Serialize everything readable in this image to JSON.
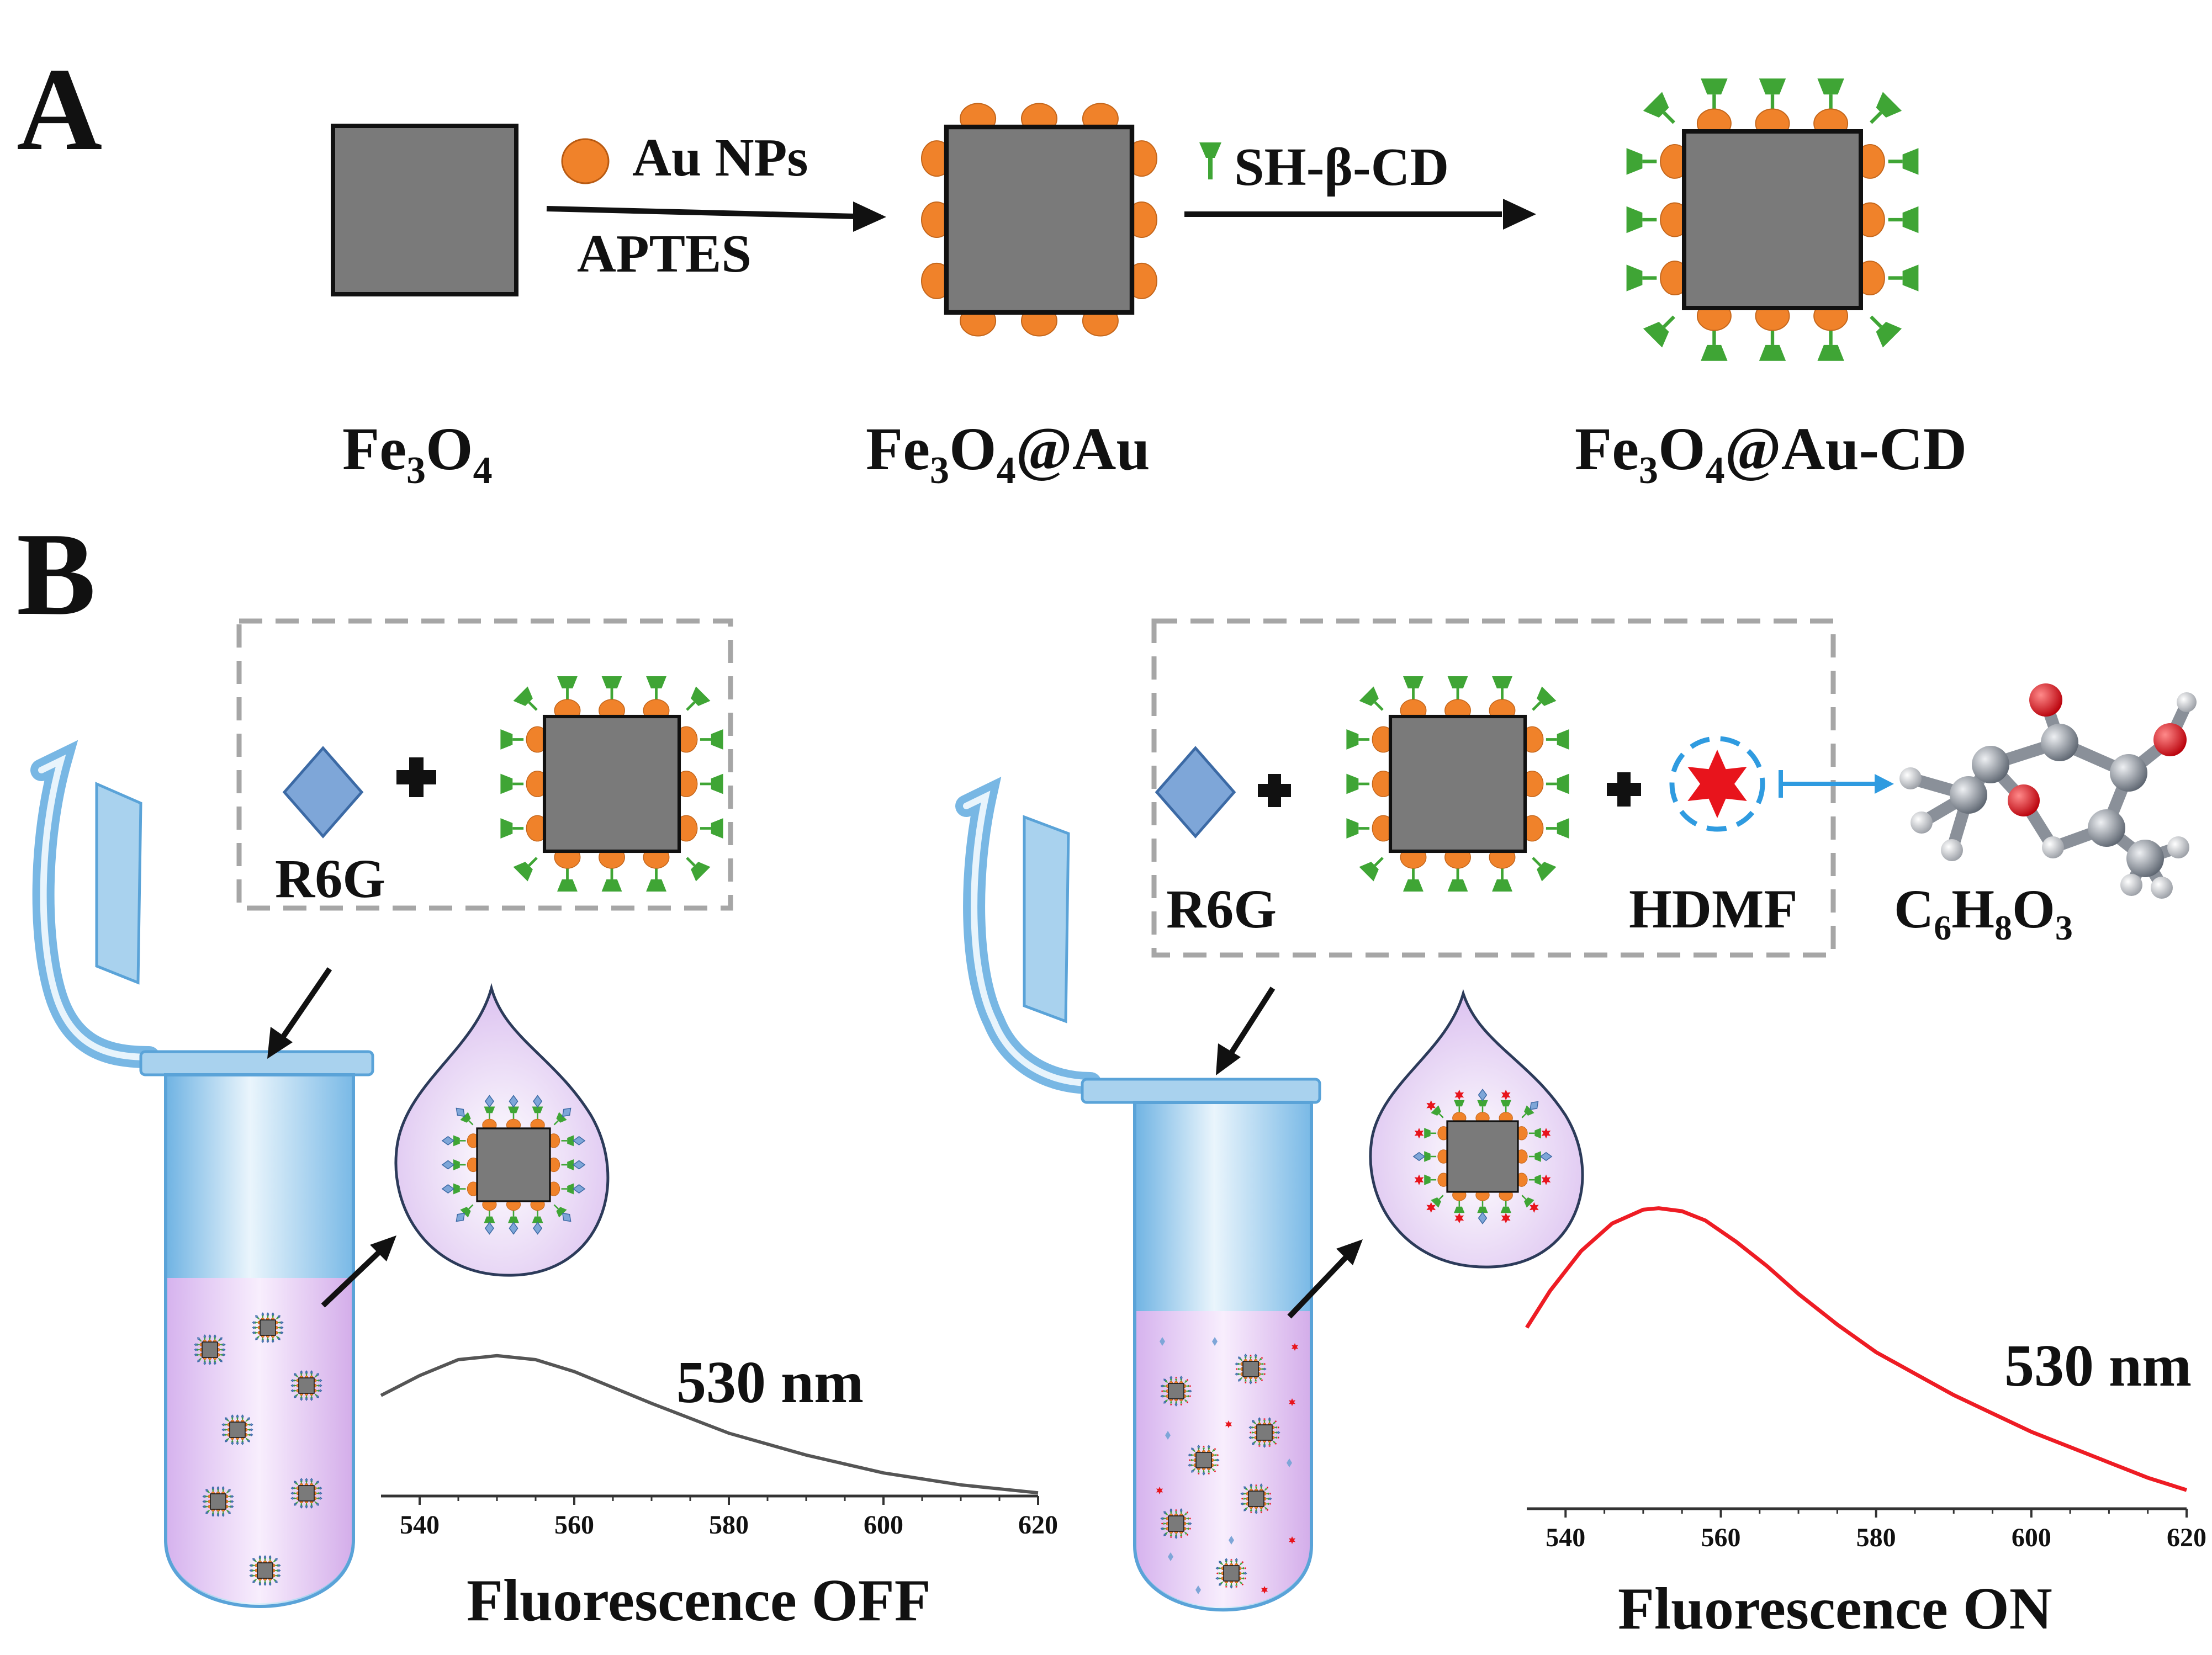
{
  "panel_a": {
    "letter": "A",
    "step1": {
      "reagent": "Au NPs",
      "linker": "APTES"
    },
    "step2": {
      "reagent": "SH-β-CD"
    },
    "labels": [
      {
        "base": "Fe",
        "s1": "3",
        "mid": "O",
        "s2": "4",
        "tail": ""
      },
      {
        "base": "Fe",
        "s1": "3",
        "mid": "O",
        "s2": "4",
        "tail": "@Au"
      },
      {
        "base": "Fe",
        "s1": "3",
        "mid": "O",
        "s2": "4",
        "tail": "@Au-CD"
      }
    ]
  },
  "panel_b": {
    "letter": "B",
    "left": {
      "probe_label": "R6G",
      "peak_label": "530 nm",
      "status": "Fluorescence OFF",
      "intensity_level": 0.35
    },
    "right": {
      "probe_label": "R6G",
      "analyte_label": "HDMF",
      "peak_label": "530 nm",
      "status": "Fluorescence ON",
      "intensity_level": 1.0
    },
    "formula": {
      "c": "C",
      "n1": "6",
      "h": "H",
      "n2": "8",
      "o": "O",
      "n3": "3"
    }
  },
  "colors": {
    "core": "#7a7a7a",
    "gold_np": "#f0822a",
    "cyclodextrin": "#3fa535",
    "r6g": "#7ea6d8",
    "hdmf": "#e8141c",
    "curve_off": "#555555",
    "curve_on": "#ee1c24",
    "tube": "#a9d2ee",
    "solution": "#e3c6f2",
    "dashed_box": "#a6a6a6",
    "arrow_blue": "#2f9be0"
  },
  "chart_data": [
    {
      "type": "line",
      "title": "",
      "xlabel": "",
      "ylabel": "",
      "xlim": [
        535,
        620
      ],
      "xticks": [
        540,
        560,
        580,
        600,
        620
      ],
      "grid": false,
      "series": [
        {
          "x": [
            535,
            540,
            545,
            550,
            555,
            560,
            565,
            570,
            580,
            590,
            600,
            610,
            620
          ],
          "y": [
            0.52,
            0.62,
            0.7,
            0.72,
            0.7,
            0.64,
            0.56,
            0.48,
            0.33,
            0.22,
            0.13,
            0.07,
            0.03
          ]
        }
      ]
    },
    {
      "type": "line",
      "title": "",
      "xlabel": "",
      "ylabel": "",
      "xlim": [
        535,
        620
      ],
      "xticks": [
        540,
        560,
        580,
        600,
        620
      ],
      "grid": false,
      "series": [
        {
          "x": [
            535,
            538,
            542,
            546,
            550,
            552,
            555,
            558,
            562,
            566,
            570,
            575,
            580,
            585,
            590,
            595,
            600,
            605,
            610,
            615,
            620
          ],
          "y": [
            0.6,
            0.72,
            0.85,
            0.94,
            0.985,
            0.99,
            0.98,
            0.95,
            0.88,
            0.8,
            0.71,
            0.61,
            0.52,
            0.45,
            0.38,
            0.32,
            0.26,
            0.21,
            0.16,
            0.11,
            0.07
          ]
        }
      ]
    }
  ]
}
